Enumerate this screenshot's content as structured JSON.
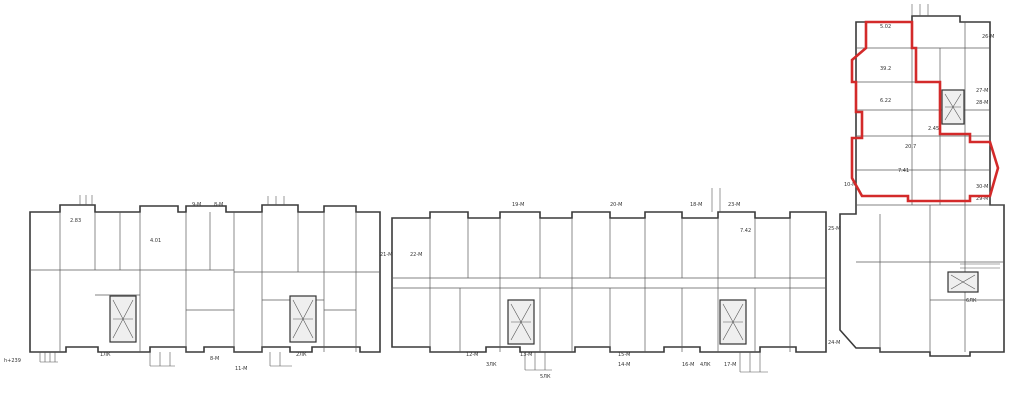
{
  "colors": {
    "wall": "#3a3a3a",
    "highlight": "#d32a2a",
    "background": "#ffffff"
  },
  "labels": {
    "mark_left": "h+239",
    "highlight_room": "7.41",
    "highlight_area_a": "39.2",
    "highlight_area_b": "20.7",
    "tag_8m_a": "8-М",
    "tag_8m_b": "8-М",
    "tag_9m": "9-М",
    "tag_10m": "10-М",
    "tag_11m": "11-М",
    "tag_12m": "12-М",
    "tag_13m": "13-М",
    "tag_14m": "14-М",
    "tag_15m": "15-М",
    "tag_16m": "16-М",
    "tag_17m": "17-М",
    "tag_18m": "18-М",
    "tag_19m": "19-М",
    "tag_20m": "20-М",
    "tag_21m": "21-М",
    "tag_22m": "22-М",
    "tag_23m": "23-М",
    "tag_24m": "24-М",
    "tag_25m": "25-М",
    "tag_26m": "26-М",
    "tag_27m": "27-М",
    "tag_28m": "28-М",
    "tag_29m": "29-М",
    "tag_30m": "30-М",
    "tag_1lk": "1ЛК",
    "tag_2lk": "2ЛК",
    "tag_3lk": "3ЛК",
    "tag_4lk": "4ЛК",
    "tag_5lk": "5ЛК",
    "tag_6lk": "6ЛК",
    "dim_a": "4.01",
    "dim_b": "2.83",
    "dim_c": "7.42",
    "dim_d": "5.02",
    "dim_e": "6.22",
    "dim_f": "2.45"
  }
}
